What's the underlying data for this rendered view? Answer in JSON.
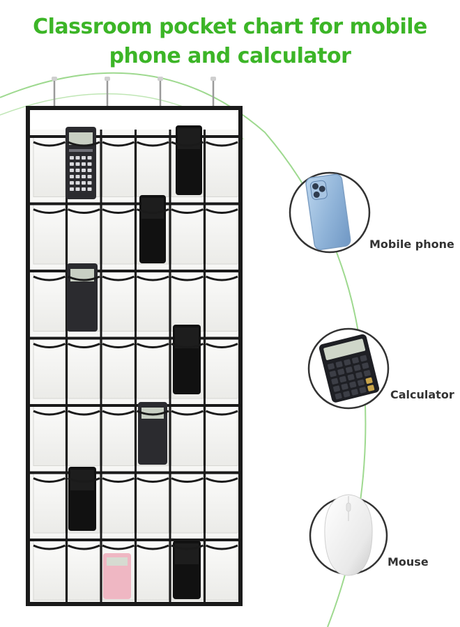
{
  "title": {
    "line1": "Classroom pocket chart for mobile",
    "line2": "phone and calculator"
  },
  "items": [
    {
      "label": "Mobile phone",
      "icon": "mobile-phone-icon"
    },
    {
      "label": "Calculator",
      "icon": "calculator-icon"
    },
    {
      "label": "Mouse",
      "icon": "mouse-icon"
    }
  ],
  "organizer": {
    "columns": 6,
    "rows": 7,
    "frame_color": "#1a1a1a",
    "pocket_color": "#f3f3f1"
  },
  "colors": {
    "accent_green": "#3cb527",
    "circle_border": "#333333"
  }
}
